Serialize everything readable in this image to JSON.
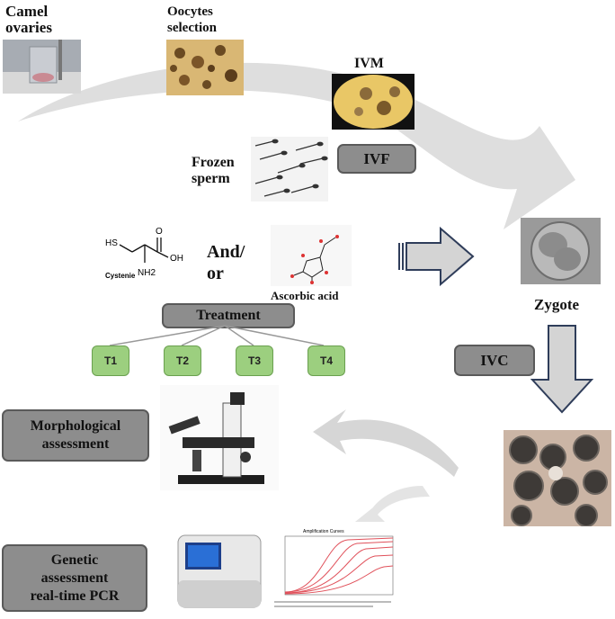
{
  "labels": {
    "camel_ovaries": [
      "Camel",
      "ovaries"
    ],
    "oocytes_selection": [
      "Oocytes",
      "selection"
    ],
    "ivm": "IVM",
    "ivf": "IVF",
    "frozen_sperm": [
      "Frozen",
      "sperm"
    ],
    "and_or": [
      "And/",
      "or"
    ],
    "cystenie": "Cystenie",
    "ascorbic_acid": "Ascorbic acid",
    "zygote": "Zygote",
    "treatment": "Treatment",
    "ivc": "IVC",
    "morphological": [
      "Morphological",
      "assessment"
    ],
    "genetic": [
      "Genetic",
      "assessment",
      "real-time PCR"
    ]
  },
  "treatments": [
    "T1",
    "T2",
    "T3",
    "T4"
  ],
  "molecule_text": {
    "hs": "HS",
    "oh": "OH",
    "o": "O",
    "nh2": "NH2"
  },
  "pcr_chart": {
    "title": "Amplification Curves"
  },
  "colors": {
    "grey_box": "#8d8d8d",
    "treatment_green": "#9ccf7f",
    "big_arrow": "#d9d9d9",
    "pcr_curve": "#e0505a"
  }
}
